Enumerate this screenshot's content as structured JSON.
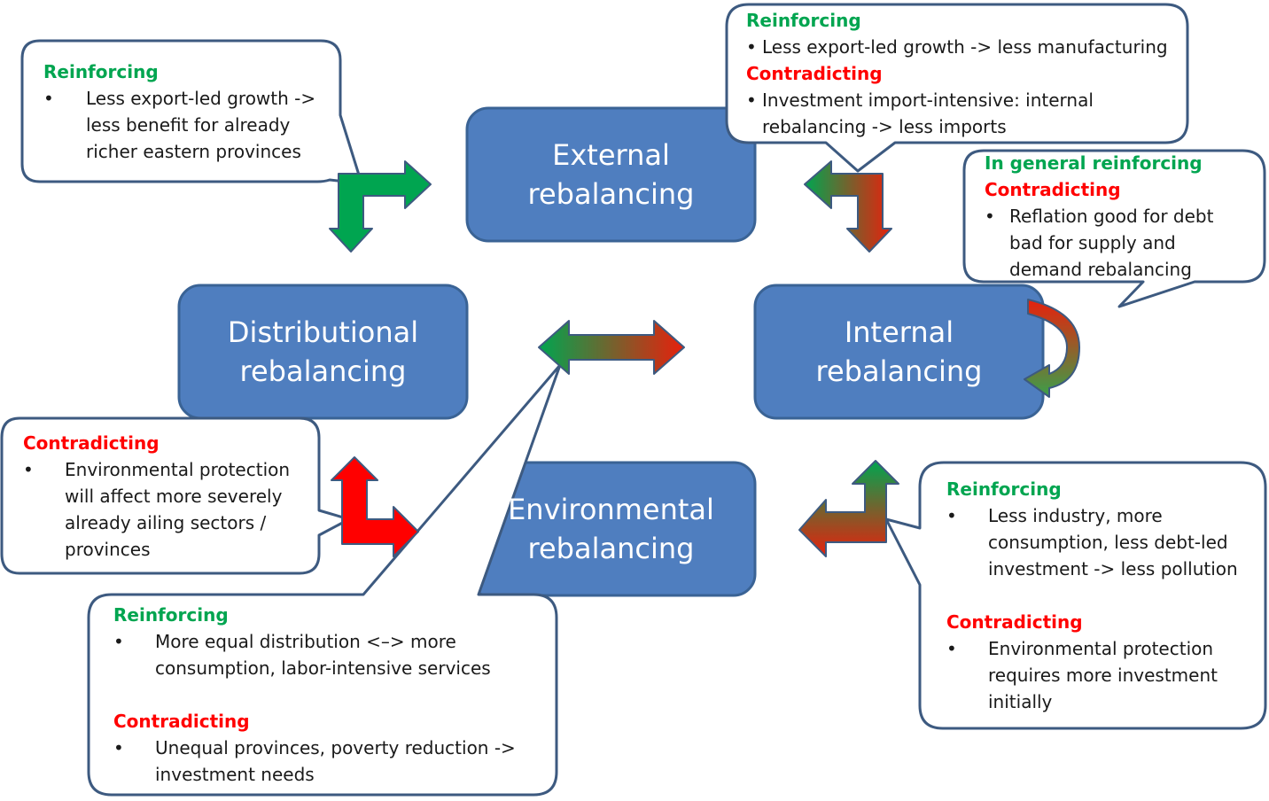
{
  "colors": {
    "box_fill": "#4f7ebf",
    "box_stroke": "#3a6395",
    "callout_stroke": "#3d5a80",
    "reinforcing": "#00a550",
    "contradicting": "#ff0000"
  },
  "boxes": {
    "external": {
      "line1": "External",
      "line2": "rebalancing"
    },
    "distributional": {
      "line1": "Distributional",
      "line2": "rebalancing"
    },
    "internal": {
      "line1": "Internal",
      "line2": "rebalancing"
    },
    "environmental": {
      "line1": "Environmental",
      "line2": "rebalancing"
    }
  },
  "callouts": {
    "dist_external": {
      "heading": "Reinforcing",
      "bullet_lines": [
        "Less export-led growth ->",
        "less benefit for already",
        "richer eastern provinces"
      ]
    },
    "external_internal": {
      "reinforcing_heading": "Reinforcing",
      "reinforcing_line": "Less export-led growth -> less manufacturing",
      "contradicting_heading": "Contradicting",
      "contradicting_lines": [
        "Investment import-intensive: internal",
        "rebalancing -> less imports"
      ]
    },
    "internal_self": {
      "reinforcing_heading": "In general reinforcing",
      "contradicting_heading": "Contradicting",
      "bullet_lines": [
        "Reflation good for debt",
        "bad for supply and",
        "demand rebalancing"
      ]
    },
    "dist_environmental": {
      "heading": "Contradicting",
      "bullet_lines": [
        "Environmental protection",
        "will affect more severely",
        "already ailing sectors /",
        "provinces"
      ]
    },
    "dist_consumption": {
      "reinforcing_heading": "Reinforcing",
      "reinforcing_lines": [
        "More equal distribution <–> more",
        "consumption, labor-intensive services"
      ],
      "contradicting_heading": "Contradicting",
      "contradicting_lines": [
        "Unequal provinces, poverty reduction ->",
        "investment needs"
      ]
    },
    "internal_environmental": {
      "reinforcing_heading": "Reinforcing",
      "reinforcing_lines": [
        "Less industry, more",
        "consumption, less debt-led",
        "investment -> less pollution"
      ],
      "contradicting_heading": "Contradicting",
      "contradicting_lines": [
        "Environmental protection",
        "requires more investment",
        "initially"
      ]
    }
  },
  "bullet_glyph": "•"
}
